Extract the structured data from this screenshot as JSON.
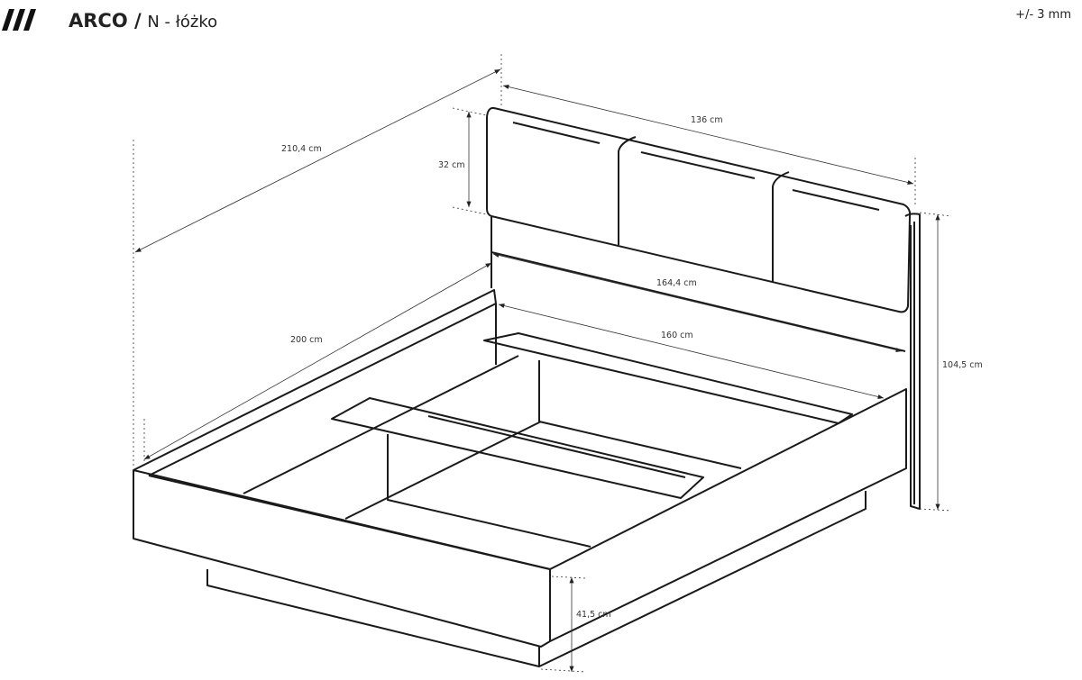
{
  "header": {
    "brand": "ARCO /",
    "product": "N - łóżko",
    "tolerance": "+/- 3 mm"
  },
  "dimensions": {
    "total_length": "210,4 cm",
    "headboard_width": "136 cm",
    "headboard_height": "32 cm",
    "total_width": "164,4 cm",
    "mattress_width": "160 cm",
    "mattress_length": "200 cm",
    "total_height": "104,5 cm",
    "frame_height": "41,5 cm"
  }
}
